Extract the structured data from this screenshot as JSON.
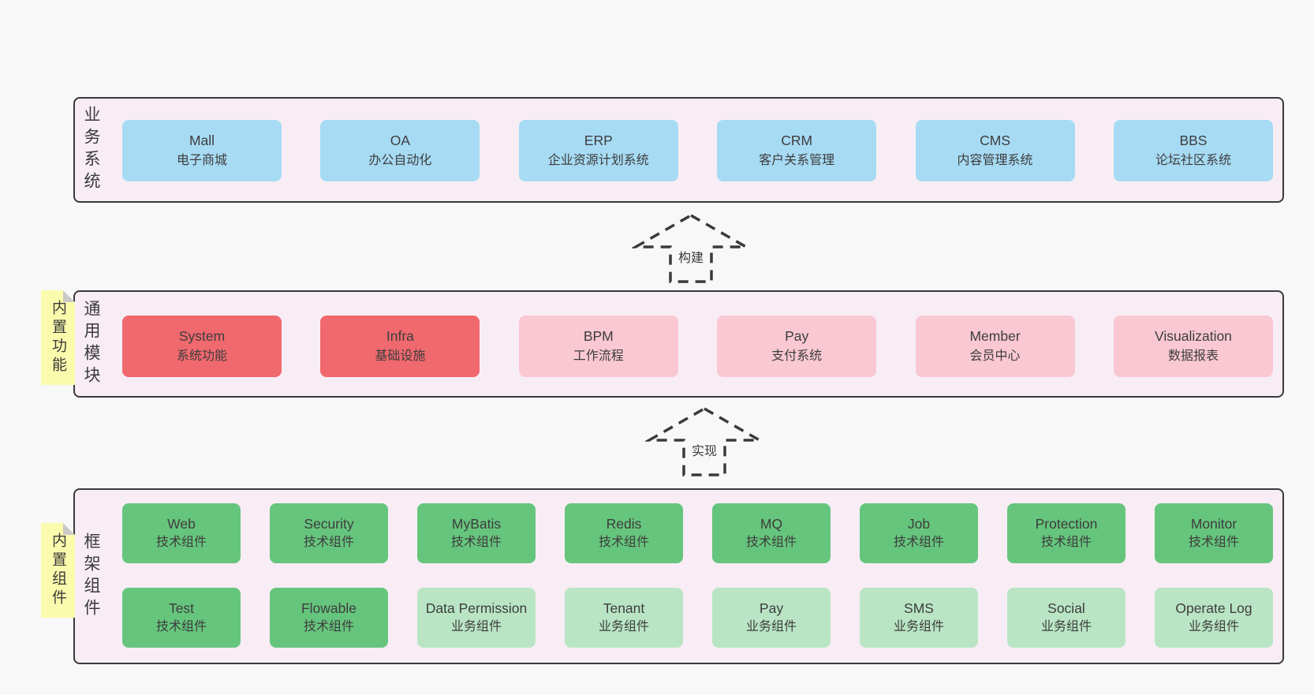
{
  "colors": {
    "page_background": "#f8f8f8",
    "layer_background": "#f8edf5",
    "layer_border": "#3a3a3a",
    "blue_box": "#a7dbf4",
    "red_box": "#f0696e",
    "pink_box": "#f9c8d2",
    "green_box": "#66c57d",
    "light_green_box": "#b9e5c4",
    "sticky_note": "#fbfbad",
    "note_fold": "#c9c9c9",
    "text": "#3d3d3d"
  },
  "arrows": [
    {
      "label": "构建"
    },
    {
      "label": "实现"
    }
  ],
  "layers": [
    {
      "label": "业务系统",
      "rows": [
        [
          {
            "name": "Mall",
            "subtitle": "电子商城",
            "variant": "blue"
          },
          {
            "name": "OA",
            "subtitle": "办公自动化",
            "variant": "blue"
          },
          {
            "name": "ERP",
            "subtitle": "企业资源计划系统",
            "variant": "blue"
          },
          {
            "name": "CRM",
            "subtitle": "客户关系管理",
            "variant": "blue"
          },
          {
            "name": "CMS",
            "subtitle": "内容管理系统",
            "variant": "blue"
          },
          {
            "name": "BBS",
            "subtitle": "论坛社区系统",
            "variant": "blue"
          }
        ]
      ]
    },
    {
      "label": "通用模块",
      "note": "内置功能",
      "rows": [
        [
          {
            "name": "System",
            "subtitle": "系统功能",
            "variant": "red"
          },
          {
            "name": "Infra",
            "subtitle": "基础设施",
            "variant": "red"
          },
          {
            "name": "BPM",
            "subtitle": "工作流程",
            "variant": "pink"
          },
          {
            "name": "Pay",
            "subtitle": "支付系统",
            "variant": "pink"
          },
          {
            "name": "Member",
            "subtitle": "会员中心",
            "variant": "pink"
          },
          {
            "name": "Visualization",
            "subtitle": "数据报表",
            "variant": "pink"
          }
        ]
      ]
    },
    {
      "label": "框架组件",
      "note": "内置组件",
      "rows": [
        [
          {
            "name": "Web",
            "subtitle": "技术组件",
            "variant": "green"
          },
          {
            "name": "Security",
            "subtitle": "技术组件",
            "variant": "green"
          },
          {
            "name": "MyBatis",
            "subtitle": "技术组件",
            "variant": "green"
          },
          {
            "name": "Redis",
            "subtitle": "技术组件",
            "variant": "green"
          },
          {
            "name": "MQ",
            "subtitle": "技术组件",
            "variant": "green"
          },
          {
            "name": "Job",
            "subtitle": "技术组件",
            "variant": "green"
          },
          {
            "name": "Protection",
            "subtitle": "技术组件",
            "variant": "green"
          },
          {
            "name": "Monitor",
            "subtitle": "技术组件",
            "variant": "green"
          }
        ],
        [
          {
            "name": "Test",
            "subtitle": "技术组件",
            "variant": "green"
          },
          {
            "name": "Flowable",
            "subtitle": "技术组件",
            "variant": "green"
          },
          {
            "name": "Data Permission",
            "subtitle": "业务组件",
            "variant": "green-light"
          },
          {
            "name": "Tenant",
            "subtitle": "业务组件",
            "variant": "green-light"
          },
          {
            "name": "Pay",
            "subtitle": "业务组件",
            "variant": "green-light"
          },
          {
            "name": "SMS",
            "subtitle": "业务组件",
            "variant": "green-light"
          },
          {
            "name": "Social",
            "subtitle": "业务组件",
            "variant": "green-light"
          },
          {
            "name": "Operate Log",
            "subtitle": "业务组件",
            "variant": "green-light"
          }
        ]
      ]
    }
  ]
}
